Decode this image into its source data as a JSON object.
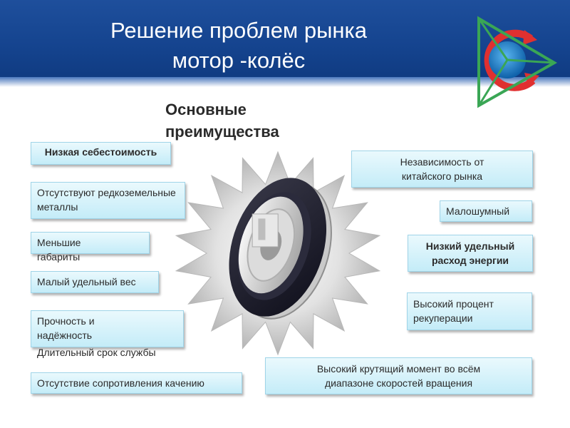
{
  "slide": {
    "title": "Решение проблем рынка\nмотор -колёс",
    "subtitle": "Основные\nпреимущества"
  },
  "colors": {
    "header": "#15448f",
    "box_fill": "#c4ecf8",
    "logo_red": "#e03030",
    "logo_green": "#3aa655",
    "logo_blue": "#1d7fc8"
  },
  "icons": [
    "recycle-logo-icon",
    "motor-wheel-image"
  ],
  "left_items": [
    "Низкая себестоимость",
    "Отсутствуют редкоземельные металлы",
    "Меньшие габариты",
    "Малый удельный вес",
    "Прочность и надёжность",
    "Длительный срок службы",
    "Отсутствие сопротивления качению"
  ],
  "right_items": [
    "Независимость от китайского рынка",
    "Малошумный",
    "Низкий удельный расход энергии",
    "Высокий процент рекуперации",
    "Высокий крутящий момент во всём диапазоне скоростей вращения"
  ]
}
